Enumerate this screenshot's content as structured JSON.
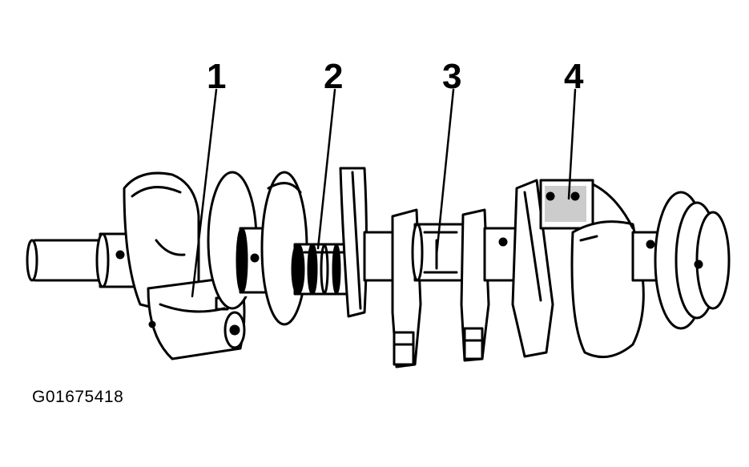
{
  "figure_id": "G01675418",
  "callouts": [
    {
      "label": "1"
    },
    {
      "label": "2"
    },
    {
      "label": "3"
    },
    {
      "label": "4"
    }
  ],
  "colors": {
    "ink": "#000000",
    "paper": "#ffffff"
  }
}
